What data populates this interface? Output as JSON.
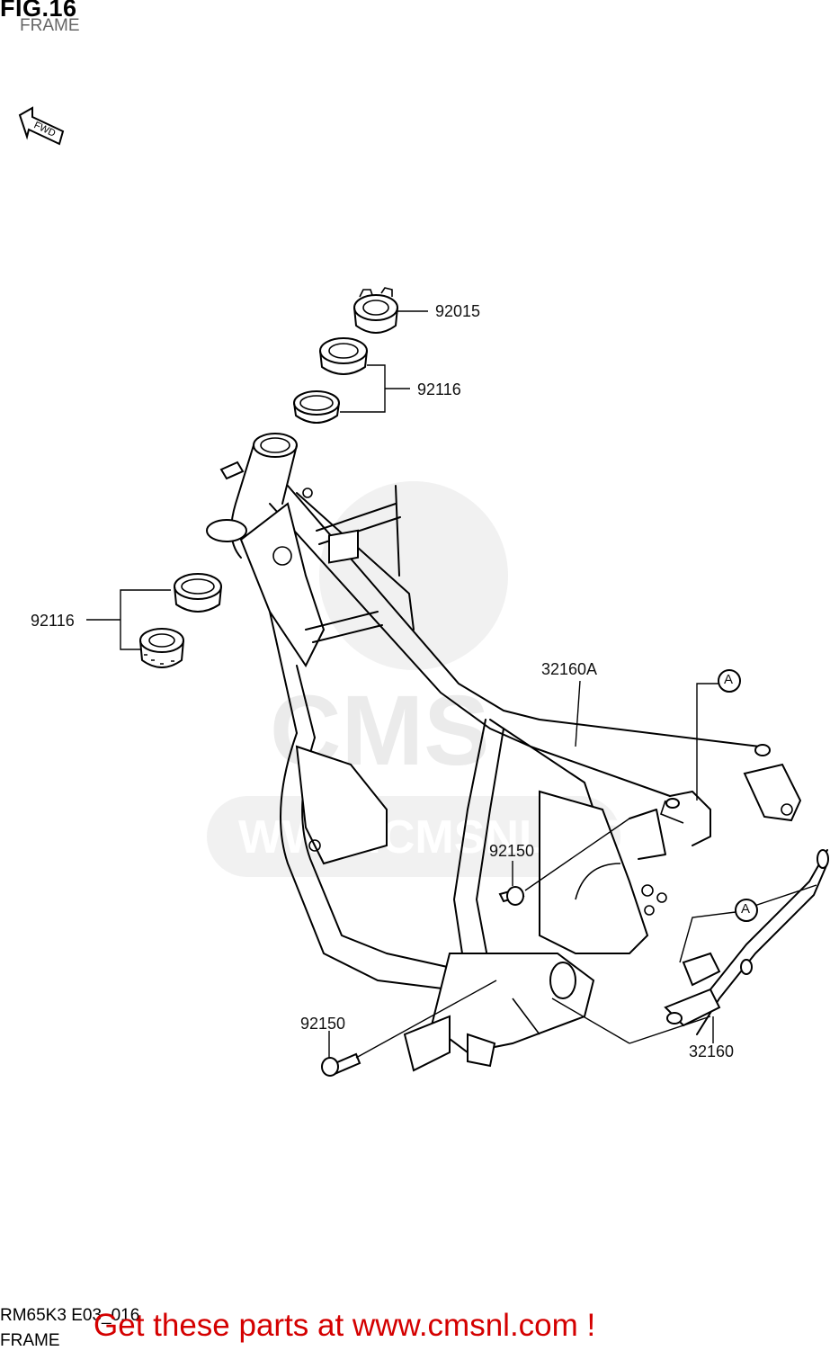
{
  "figure": {
    "title": "FIG.16",
    "subtitle": "FRAME",
    "fwd_badge": "FWD"
  },
  "parts": {
    "p92015": "92015",
    "p92116_top": "92116",
    "p92116_left": "92116",
    "p32160A": "32160A",
    "p92150_mid": "92150",
    "p92150_low": "92150",
    "p32160": "32160",
    "ref_a_top": "A",
    "ref_a_bottom": "A"
  },
  "watermark": {
    "text": "WWW.CMSNL.COM",
    "logo": "CMS"
  },
  "footer": {
    "code": "RM65K3 E03_016",
    "name": "FRAME",
    "promo": "Get these parts at www.cmsnl.com !"
  },
  "colors": {
    "line": "#000000",
    "promo": "#d40000",
    "watermark": "#e6e6e6"
  }
}
